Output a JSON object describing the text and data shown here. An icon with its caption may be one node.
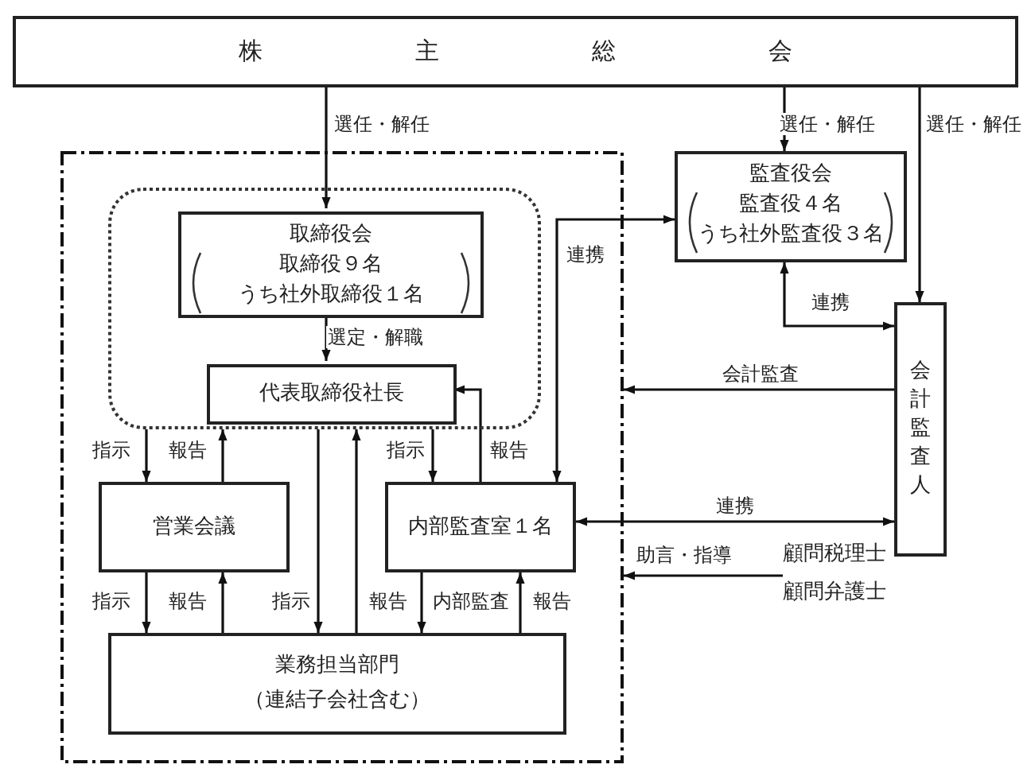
{
  "diagram": {
    "nodes": [
      {
        "text": [
          "株主総会"
        ]
      },
      {
        "text": [],
        "shape": "box"
      },
      {
        "text": [],
        "shape": "box",
        "in": 1
      },
      {
        "text": [
          "取締役会",
          "取締役９名",
          "うち社外取締役１名"
        ],
        "in": 2
      },
      {
        "text": [
          "代表取締役社長"
        ],
        "in": 2
      },
      {
        "text": [
          "営業会議"
        ],
        "in": 1
      },
      {
        "text": [
          "内部監査室１名"
        ],
        "in": 1
      },
      {
        "text": [
          "業務担当部門",
          "（連結子会社含む）"
        ],
        "in": 1
      },
      {
        "text": [
          "監査役会",
          "監査役４名",
          "うち社外監査役３名"
        ]
      },
      {
        "text": [
          "会計監査人"
        ]
      },
      {
        "text": [
          "顧問税理士",
          "顧問弁護士"
        ]
      }
    ],
    "edges": [
      {
        "from": 0,
        "to": 3,
        "arrow": "to",
        "label": "選任・解任"
      },
      {
        "from": 0,
        "to": 8,
        "arrow": "to",
        "label": "選任・解任"
      },
      {
        "from": 0,
        "to": 9,
        "arrow": "to",
        "label": "選任・解任"
      },
      {
        "from": 3,
        "to": 4,
        "arrow": "to",
        "label": "選定・解職"
      },
      {
        "from": 2,
        "to": 5,
        "arrow": "to",
        "label": "指示"
      },
      {
        "from": 5,
        "to": 2,
        "arrow": "to",
        "label": "報告"
      },
      {
        "from": 2,
        "to": 7,
        "arrow": "to",
        "label": "指示"
      },
      {
        "from": 7,
        "to": 2,
        "arrow": "to",
        "label": "報告"
      },
      {
        "from": 2,
        "to": 6,
        "arrow": "to",
        "label": "指示"
      },
      {
        "from": 6,
        "to": 4,
        "arrow": "to",
        "label": "報告"
      },
      {
        "from": 5,
        "to": 7,
        "arrow": "to",
        "label": "指示"
      },
      {
        "from": 7,
        "to": 5,
        "arrow": "to",
        "label": "報告"
      },
      {
        "from": 6,
        "to": 7,
        "arrow": "to",
        "label": "内部監査"
      },
      {
        "from": 7,
        "to": 6,
        "arrow": "to",
        "label": "報告"
      },
      {
        "from": 8,
        "to": 9,
        "arrow": "both",
        "label": "連携"
      },
      {
        "from": 6,
        "to": 8,
        "arrow": "both",
        "label": "連携"
      },
      {
        "from": 9,
        "to": 1,
        "arrow": "to",
        "label": "会計監査"
      },
      {
        "from": 6,
        "to": 9,
        "arrow": "both",
        "label": "連携"
      },
      {
        "from": 10,
        "to": 1,
        "arrow": "to",
        "label": "助言・指導"
      }
    ]
  }
}
